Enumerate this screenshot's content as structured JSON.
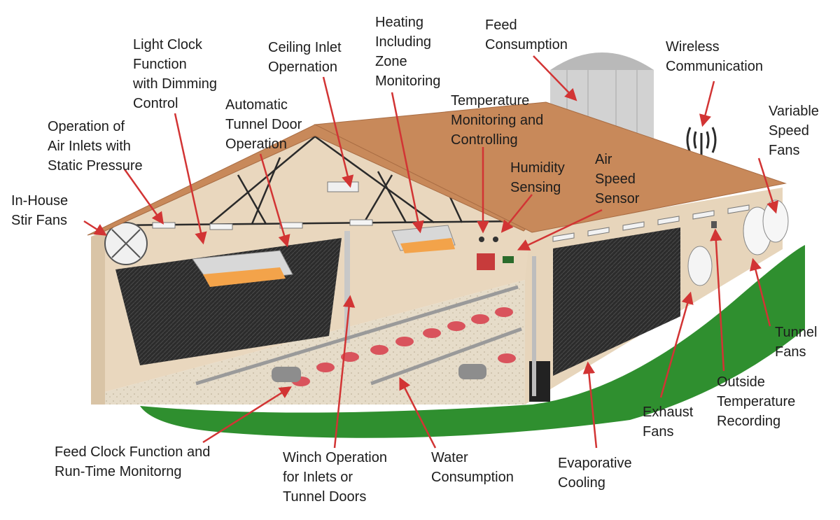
{
  "labels": {
    "light_clock": [
      "Light Clock",
      "Function",
      "with Dimming",
      "Control"
    ],
    "ceiling_inlet": [
      "Ceiling Inlet",
      "Opernation"
    ],
    "heating": [
      "Heating",
      "Including",
      "Zone",
      "Monitoring"
    ],
    "feed_consumption": [
      "Feed",
      "Consumption"
    ],
    "wireless": [
      "Wireless",
      "Communication"
    ],
    "variable_speed_fans": [
      "Variable",
      "Speed",
      "Fans"
    ],
    "operation_air_inlets": [
      "Operation of",
      "Air Inlets with",
      "Static Pressure"
    ],
    "tunnel_door": [
      "Automatic",
      "Tunnel Door",
      "Operation"
    ],
    "temperature": [
      "Temperature",
      "Monitoring and",
      "Controlling"
    ],
    "humidity": [
      "Humidity",
      "Sensing"
    ],
    "air_speed": [
      "Air",
      "Speed",
      "Sensor"
    ],
    "stir_fans": [
      "In-House",
      "Stir Fans"
    ],
    "tunnel_fans": [
      "Tunnel",
      "Fans"
    ],
    "outside_temperature": [
      "Outside",
      "Temperature",
      "Recording"
    ],
    "exhaust_fans": [
      "Exhaust",
      "Fans"
    ],
    "feed_clock": [
      "Feed Clock Function and",
      "Run-Time Monitorng"
    ],
    "winch": [
      "Winch Operation",
      "for Inlets or",
      "Tunnel Doors"
    ],
    "water": [
      "Water",
      "Consumption"
    ],
    "evaporative": [
      "Evaporative",
      "Cooling"
    ]
  },
  "colors": {
    "roof": "#c8895a",
    "wall": "#e9d7be",
    "ground": "#2f8f2f",
    "pad": "#2e2e2e",
    "arrow": "#d23434",
    "silo": "#cfcfcf",
    "text": "#1c1c1c"
  }
}
